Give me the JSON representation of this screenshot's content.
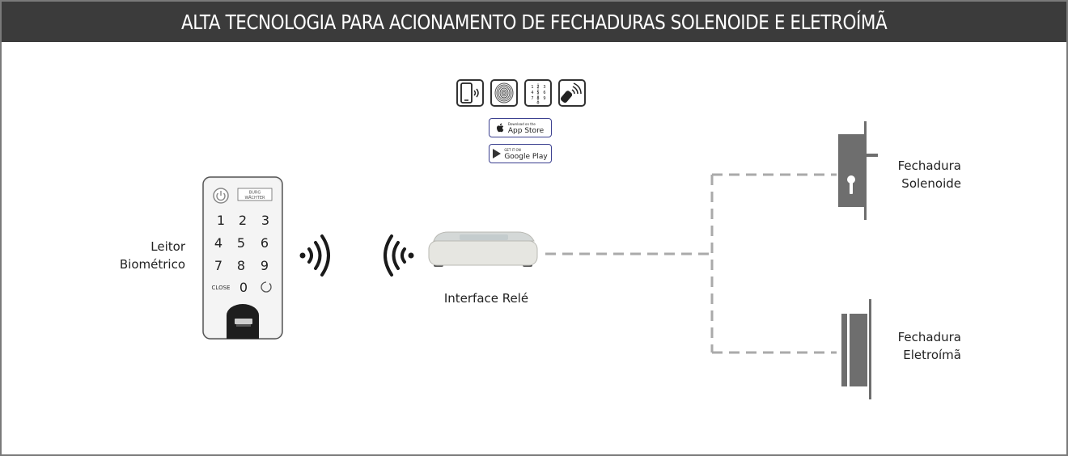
{
  "header": {
    "title": "ALTA TECNOLOGIA PARA ACIONAMENTO DE FECHADURAS SOLENOIDE E ELETROÍMÃ"
  },
  "reader": {
    "label_line1": "Leitor",
    "label_line2": "Biométrico",
    "brand_line1": "BURG",
    "brand_line2": "WÄCHTER",
    "keys": [
      "1",
      "2",
      "3",
      "4",
      "5",
      "6",
      "7",
      "8",
      "9",
      "0"
    ],
    "close_label": "CLOSE"
  },
  "access_icons": [
    "smartphone-icon",
    "fingerprint-icon",
    "keypad-icon",
    "remote-key-icon"
  ],
  "keypad_icon_digits": [
    "1",
    "2",
    "3",
    "4",
    "5",
    "6",
    "7",
    "8",
    "9",
    "0"
  ],
  "app_store": {
    "small": "Download on the",
    "big": "App Store"
  },
  "google_play": {
    "small": "GET IT ON",
    "big": "Google Play"
  },
  "relay": {
    "label": "Interface Relé"
  },
  "solenoid": {
    "label_line1": "Fechadura",
    "label_line2": "Solenoide"
  },
  "electromagnet": {
    "label_line1": "Fechadura",
    "label_line2": "Eletroímã"
  },
  "colors": {
    "header_bg": "#3b3b3b",
    "line": "#aaaaaa",
    "lock": "#6e6e6e",
    "store_border": "#3a3f8f"
  }
}
